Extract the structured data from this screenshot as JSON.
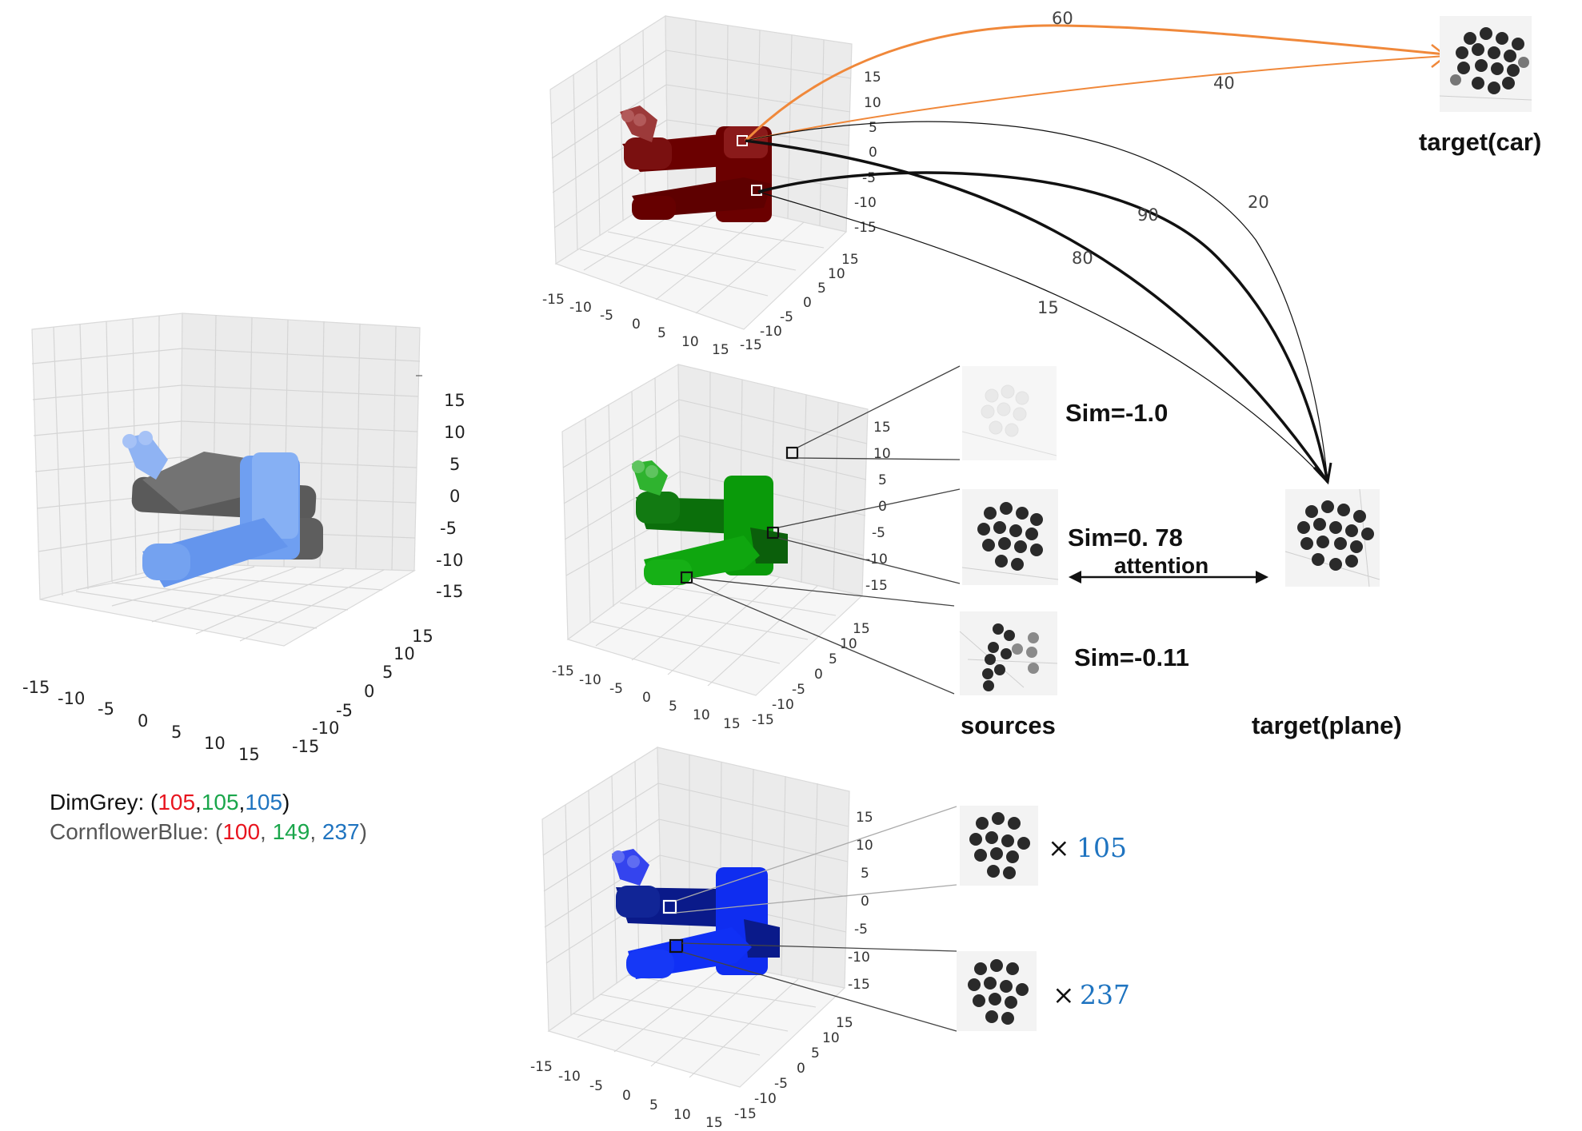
{
  "connections": {
    "car_weights": [
      "60",
      "40"
    ],
    "plane_weights": [
      "20",
      "90",
      "80",
      "15"
    ]
  },
  "targets": {
    "car_label": "target(car)",
    "plane_label": "target(plane)"
  },
  "sources": {
    "label": "sources",
    "sims": [
      "Sim=-1.0",
      "Sim=0. 78",
      "Sim=-0.11"
    ],
    "attention_label": "attention"
  },
  "multipliers": {
    "symbol": "×",
    "values": [
      "105",
      "237"
    ]
  },
  "legend": {
    "dimgrey": {
      "name": "DimGrey: (",
      "r": "105",
      "sep1": ",",
      "g": "105",
      "sep2": ",",
      "b": "105",
      "close": ")"
    },
    "cornflower": {
      "name": "CornflowerBlue: (",
      "r": "100",
      "sep1": ", ",
      "g": "149",
      "sep2": ", ",
      "b": "237",
      "close": ")"
    }
  },
  "axes": {
    "ticks": [
      "-15",
      "-10",
      "-5",
      "0",
      "5",
      "10",
      "15"
    ]
  },
  "colors": {
    "red": "#e8141e",
    "green": "#1aa64b",
    "blue": "#1f74c0",
    "orange": "#f0883a",
    "dimgrey": "#696969",
    "cornflower": "#6495ed",
    "darkred": "#6b0000",
    "green_voxel": "#0a9a0a",
    "darkgreen_voxel": "#0b5f0b",
    "blue_voxel": "#0f2df0",
    "navy_voxel": "#0a1a8a"
  }
}
